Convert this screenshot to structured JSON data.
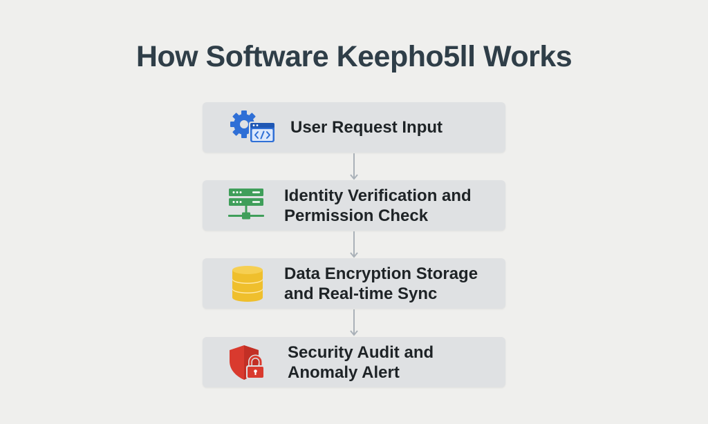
{
  "title": "How Software Keepho5ll Works",
  "steps": [
    {
      "label": "User Request Input",
      "icon": "settings-code-icon"
    },
    {
      "label": "Identity Verification and\nPermission Check",
      "icon": "server-icon"
    },
    {
      "label": "Data Encryption Storage\nand Real-time Sync",
      "icon": "database-icon"
    },
    {
      "label": "Security Audit and\nAnomaly Alert",
      "icon": "shield-lock-icon"
    }
  ],
  "colors": {
    "background": "#efefed",
    "box": "#dfe1e3",
    "title": "#2f3e48",
    "text": "#1e2326",
    "arrow": "#a9b1b8",
    "blue": "#2f6fd6",
    "green": "#3f9e5a",
    "yellow": "#efbf2d",
    "red": "#d93a2e"
  }
}
